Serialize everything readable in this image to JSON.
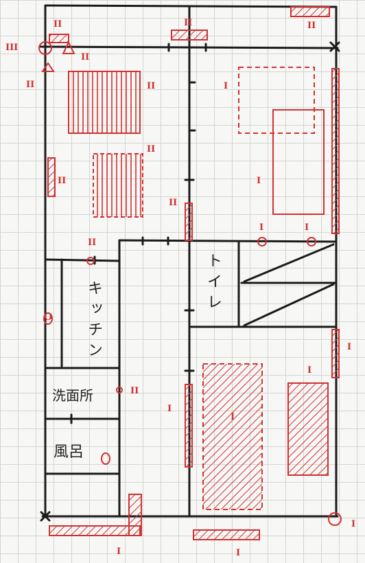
{
  "rooms": {
    "toilet": "トイレ",
    "kitchen": "キッチン",
    "washroom": "洗面所",
    "bath": "風呂"
  },
  "marks": {
    "one": "I",
    "two": "II",
    "three": "III",
    "circle": "O"
  },
  "colors": {
    "wall_ink": "#1a1a1a",
    "annotation_red": "#d03030",
    "grid": "#d4d4d4",
    "paper": "#f7f7f5"
  }
}
